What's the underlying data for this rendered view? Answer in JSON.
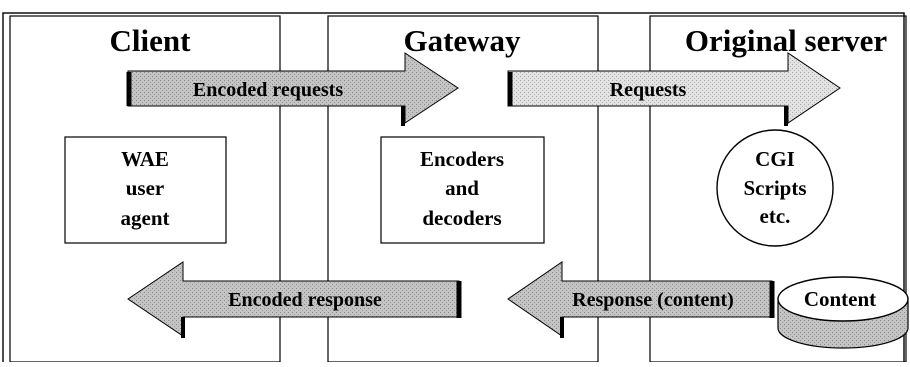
{
  "zones": {
    "client": "Client",
    "gateway": "Gateway",
    "server": "Original server"
  },
  "arrows": {
    "encoded_requests": "Encoded requests",
    "requests": "Requests",
    "encoded_response": "Encoded response",
    "response_content": "Response (content)"
  },
  "boxes": {
    "wae_agent": [
      "WAE",
      "user",
      "agent"
    ],
    "encoders": [
      "Encoders",
      "and",
      "decoders"
    ],
    "cgi": [
      "CGI",
      "Scripts",
      "etc."
    ],
    "content": "Content"
  },
  "colors": {
    "arrow_fill": "#b8b8b8",
    "arrow_fill_light": "#dcdcdc",
    "arrow_edge": "#000000",
    "line": "#000000",
    "content_disk": "#a8a8a8"
  }
}
